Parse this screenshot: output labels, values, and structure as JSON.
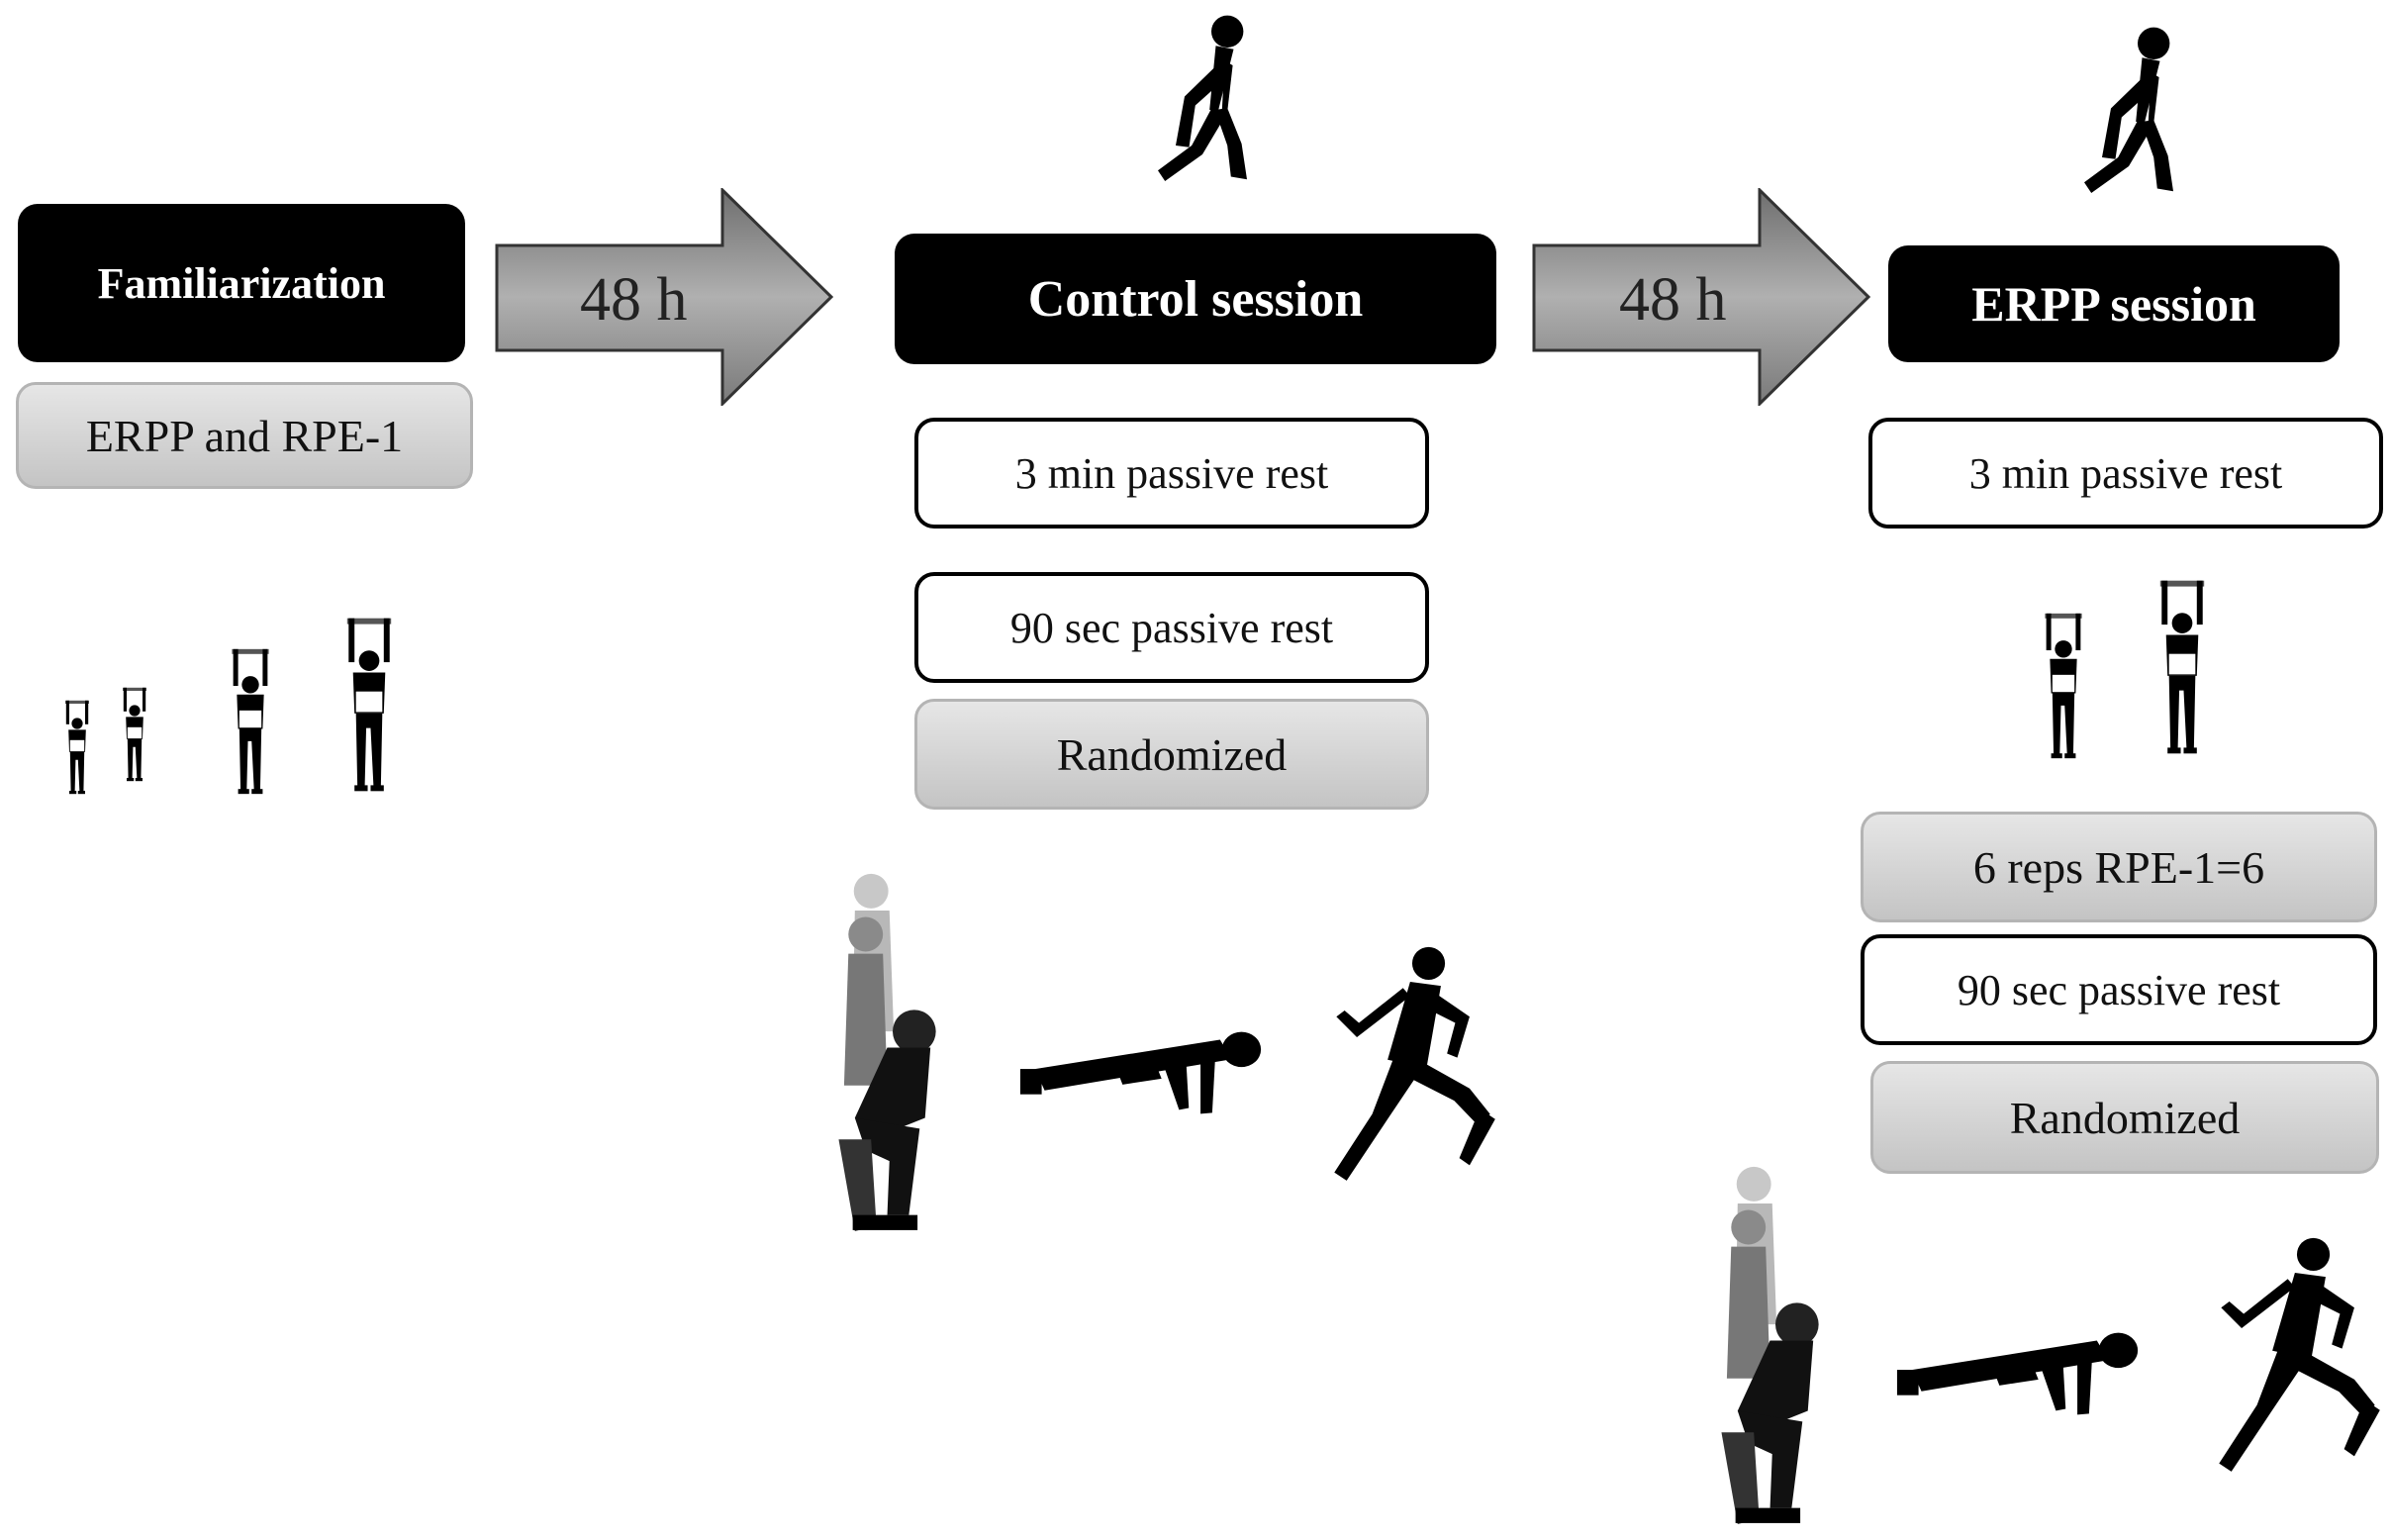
{
  "stages": {
    "familiarization": {
      "title": "Familiarization",
      "note": "ERPP and RPE-1"
    },
    "control": {
      "title": "Control session",
      "steps": [
        "3 min passive rest",
        "90 sec passive rest",
        "Randomized"
      ]
    },
    "erpp": {
      "title": "ERPP session",
      "steps": [
        "3 min passive rest",
        "6 reps RPE-1=6",
        "90 sec passive rest",
        "Randomized"
      ]
    }
  },
  "arrows": {
    "first": "48 h",
    "second": "48 h"
  },
  "colors": {
    "title_box": "#000000",
    "grey_box": "#d4d4d4",
    "arrow_fill": "#9a9a9a"
  },
  "icons": [
    "warmup-stretch-figure",
    "elastic-band-figure",
    "squat-jump-figure",
    "push-up-figure",
    "sprint-figure"
  ]
}
